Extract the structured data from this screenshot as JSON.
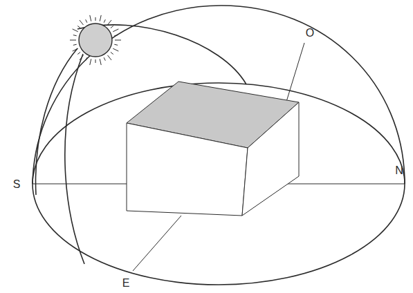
{
  "diagram": {
    "labels": [
      "O",
      "S",
      "N",
      "E"
    ]
  }
}
